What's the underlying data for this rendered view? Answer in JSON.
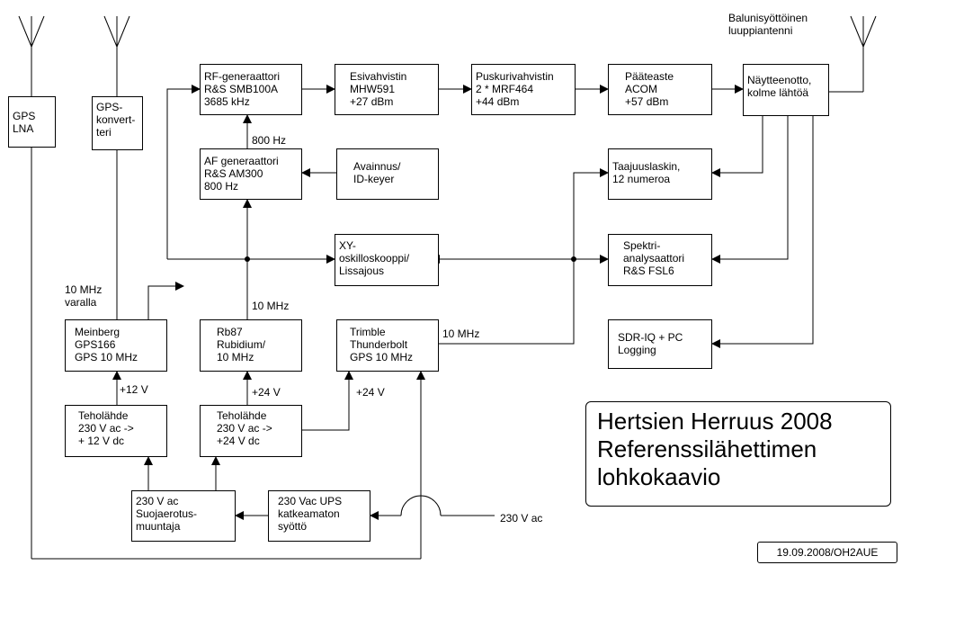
{
  "title": "Hertsien Herruus 2008\nReferenssilähettimen\nlohkokaavio",
  "date_author": "19.09.2008/OH2AUE",
  "boxes": {
    "gps_lna": "GPS\nLNA",
    "gps_converter": "GPS-\nkonvert-\nteri",
    "rf_generator": "RF-generaattori\nR&S SMB100A\n3685 kHz",
    "preamp": "Esivahvistin\nMHW591\n+27 dBm",
    "buffer_amp": "Puskurivahvistin\n2 * MRF464\n+44 dBm",
    "final_stage": "Pääteaste\nACOM\n+57 dBm",
    "sampler": "Näytteenotto,\nkolme lähtöä",
    "af_generator": "AF generaattori\nR&S AM300\n800 Hz",
    "keyer": "Avainnus/\nID-keyer",
    "freq_counter": "Taajuuslaskin,\n12 numeroa",
    "oscilloscope": "XY-\noskilloskooppi/\nLissajous",
    "spectrum": "Spektri-\nanalysaattori\nR&S FSL6",
    "meinberg": "Meinberg\nGPS166\nGPS 10 MHz",
    "rubidium": "Rb87\nRubidium/\n10 MHz",
    "trimble": "Trimble\nThunderbolt\nGPS 10 MHz",
    "sdr": "SDR-IQ + PC\nLogging",
    "psu_12": "Teholähde\n230 V ac ->\n+ 12 V dc",
    "psu_24": "Teholähde\n230 V ac ->\n+24 V dc",
    "isolation": "230 V ac\nSuojaerotus-\nmuuntaja",
    "ups": "230 Vac UPS\nkatkeamaton\nsyöttö"
  },
  "labels": {
    "antenna": "Balunisyöttöinen\nluuppiantenni",
    "rf_800hz": "800 Hz",
    "rb_10mhz": "10 MHz",
    "spare_10mhz": "10 MHz\nvaralla",
    "trimble_10mhz": "10 MHz",
    "v12": "+12 V",
    "v24_rb": "+24 V",
    "v24_trimble": "+24 V",
    "mains": "230 V ac"
  }
}
